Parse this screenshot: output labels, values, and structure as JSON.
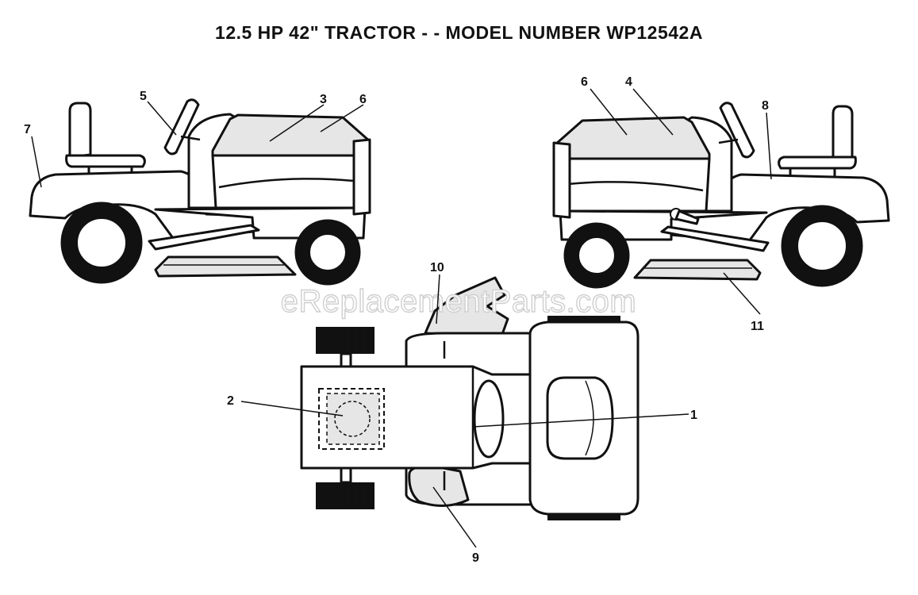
{
  "title": "12.5 HP 42\" TRACTOR - - MODEL NUMBER WP12542A",
  "watermark": "eReplacementParts.com",
  "callouts": {
    "c1": "1",
    "c2": "2",
    "c3": "3",
    "c4": "4",
    "c5": "5",
    "c6_left": "6",
    "c6_right": "6",
    "c7": "7",
    "c8": "8",
    "c9": "9",
    "c10": "10",
    "c11": "11"
  },
  "colors": {
    "line": "#111111",
    "decal_fill": "#e6e6e6",
    "background": "#ffffff"
  }
}
